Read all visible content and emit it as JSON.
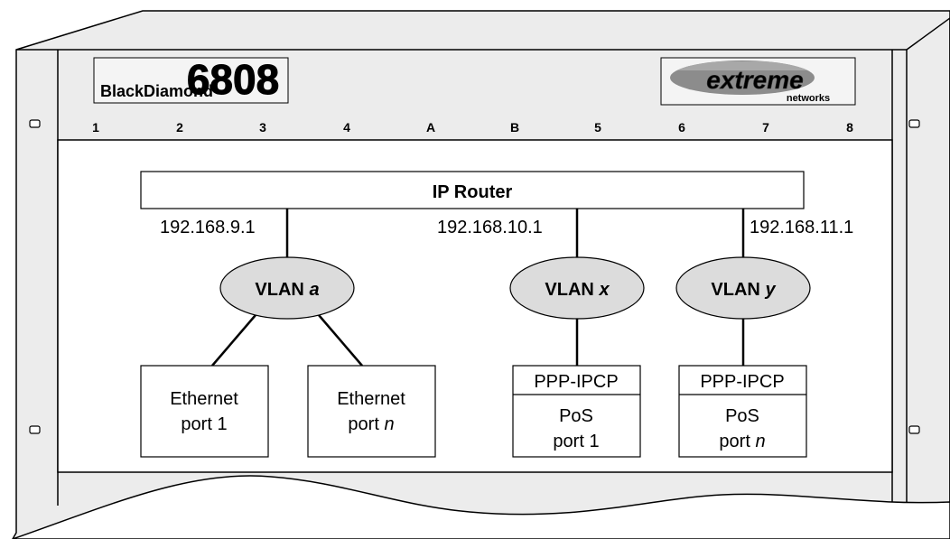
{
  "chassis": {
    "model_logo_text": "BlackDiamond",
    "model_number": "6808",
    "vendor_logo_main": "extreme",
    "vendor_logo_sub": "networks",
    "slots": [
      "1",
      "2",
      "3",
      "4",
      "A",
      "B",
      "5",
      "6",
      "7",
      "8"
    ]
  },
  "router": {
    "label": "IP Router"
  },
  "interfaces": [
    {
      "ip": "192.168.9.1"
    },
    {
      "ip": "192.168.10.1"
    },
    {
      "ip": "192.168.11.1"
    }
  ],
  "vlans": [
    {
      "prefix": "VLAN",
      "name": "a"
    },
    {
      "prefix": "VLAN",
      "name": "x"
    },
    {
      "prefix": "VLAN",
      "name": "y"
    }
  ],
  "ports": [
    {
      "line1": "Ethernet",
      "line2_prefix": "port",
      "line2_id": "1"
    },
    {
      "line1": "Ethernet",
      "line2_prefix": "port",
      "line2_id": "n"
    },
    {
      "header": "PPP-IPCP",
      "line1": "PoS",
      "line2_prefix": "port",
      "line2_id": "1"
    },
    {
      "header": "PPP-IPCP",
      "line1": "PoS",
      "line2_prefix": "port",
      "line2_id": "n"
    }
  ],
  "colors": {
    "chassis_fill": "#ececec",
    "vlan_fill": "#dcdcdc",
    "logo_fill": "#f4f4f4",
    "model_number_color": "#f3d48a",
    "vendor_logo_bg": "#8c8c8c"
  }
}
